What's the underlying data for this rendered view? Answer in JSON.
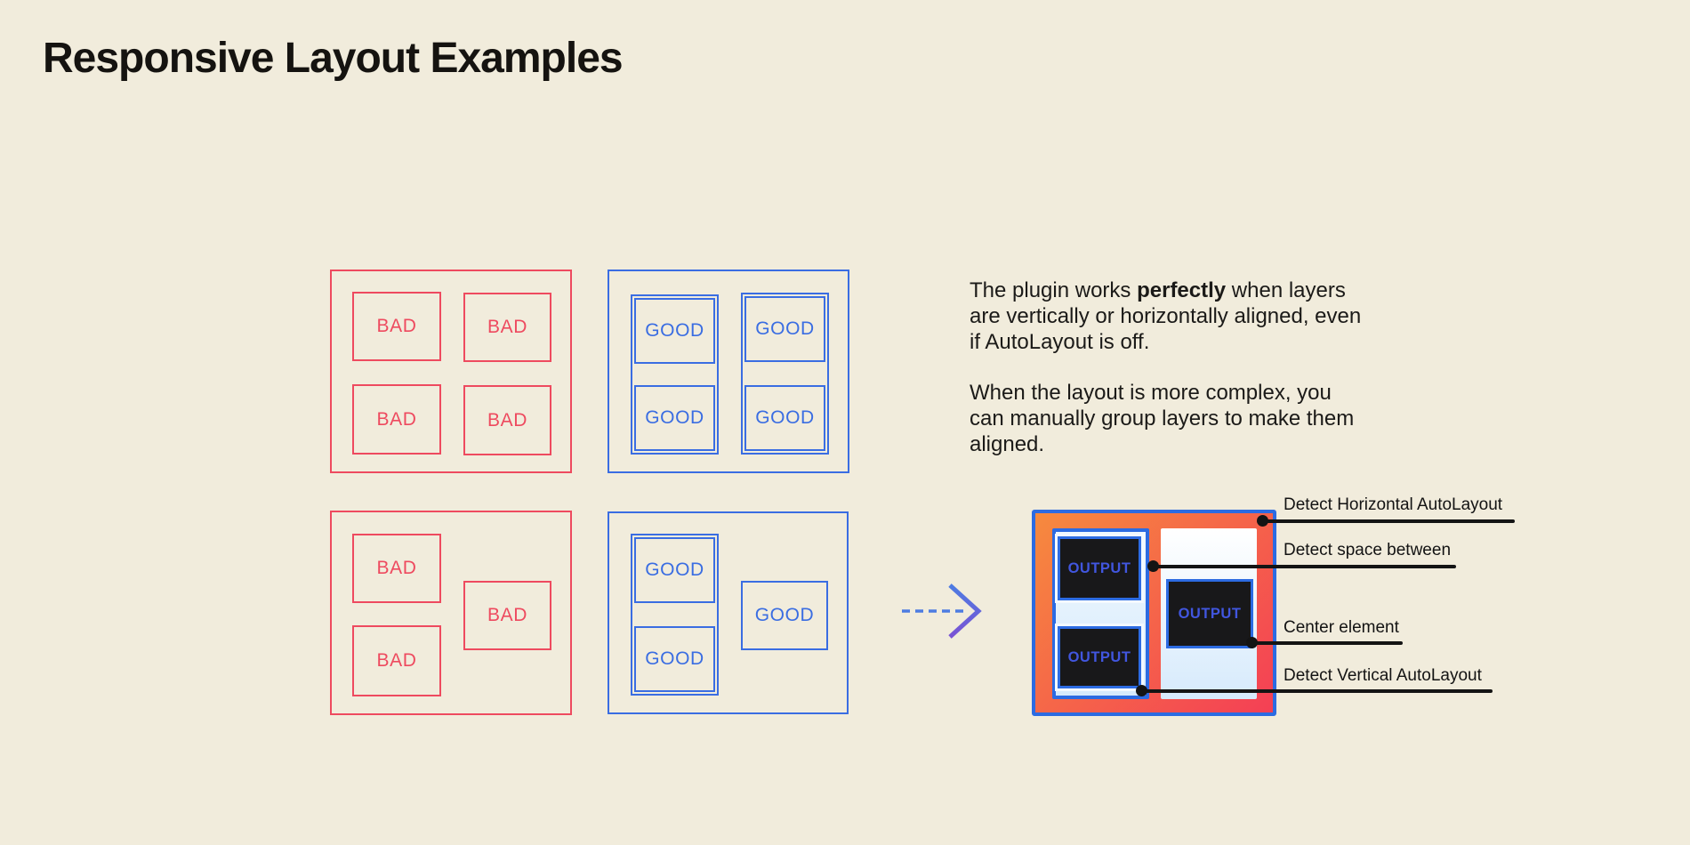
{
  "title": "Responsive Layout Examples",
  "labels": {
    "bad": "BAD",
    "good": "GOOD",
    "output": "OUTPUT"
  },
  "description": {
    "para1_before": "The plugin works ",
    "para1_bold": "perfectly",
    "para1_after": " when layers are vertically or horizontally aligned, even if AutoLayout is off.",
    "para2": "When the layout is more complex, you can manually group layers to make them aligned."
  },
  "annotations": [
    {
      "label": "Detect Horizontal AutoLayout"
    },
    {
      "label": "Detect space between"
    },
    {
      "label": "Center element"
    },
    {
      "label": "Detect Vertical AutoLayout"
    }
  ],
  "icons": {
    "flow_arrow": "dashed-right-arrow"
  },
  "colors": {
    "background": "#F1ECDC",
    "bad": "#EE4A5F",
    "good": "#3A6DE2",
    "frame_border": "#2C6BE2",
    "gradient_orange": "#F68A3E",
    "gradient_red": "#F43F55",
    "panel_top": "#FFFFFF",
    "panel_bottom": "#D6EAFC",
    "dark": "#18181A",
    "output_text": "#4156DF",
    "arrow": "#4D7CE2",
    "arrow2": "#7A52D4",
    "annotation": "#141414"
  }
}
